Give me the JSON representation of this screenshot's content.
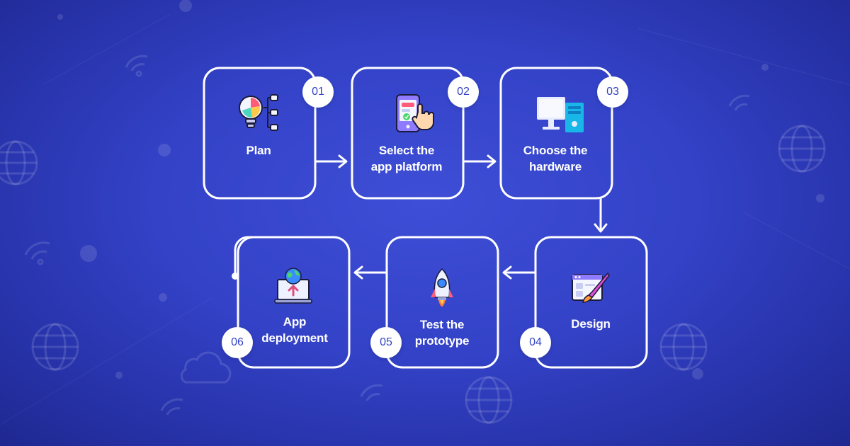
{
  "colors": {
    "background": "#3342c7",
    "line": "#ffffff",
    "badge_bg": "#ffffff",
    "badge_text": "#3342c7"
  },
  "steps": [
    {
      "number": "01",
      "label_lines": [
        "Plan"
      ],
      "icon": "lightbulb-pie-chart-icon"
    },
    {
      "number": "02",
      "label_lines": [
        "Select the",
        "app platform"
      ],
      "icon": "smartphone-tap-icon"
    },
    {
      "number": "03",
      "label_lines": [
        "Choose the",
        "hardware"
      ],
      "icon": "desktop-computer-icon"
    },
    {
      "number": "04",
      "label_lines": [
        "Design"
      ],
      "icon": "design-brush-icon"
    },
    {
      "number": "05",
      "label_lines": [
        "Test the",
        "prototype"
      ],
      "icon": "rocket-icon"
    },
    {
      "number": "06",
      "label_lines": [
        "App",
        "deployment"
      ],
      "icon": "laptop-globe-upload-icon"
    }
  ],
  "background_icons": [
    "wifi-icon",
    "globe-icon",
    "cloud-icon"
  ]
}
